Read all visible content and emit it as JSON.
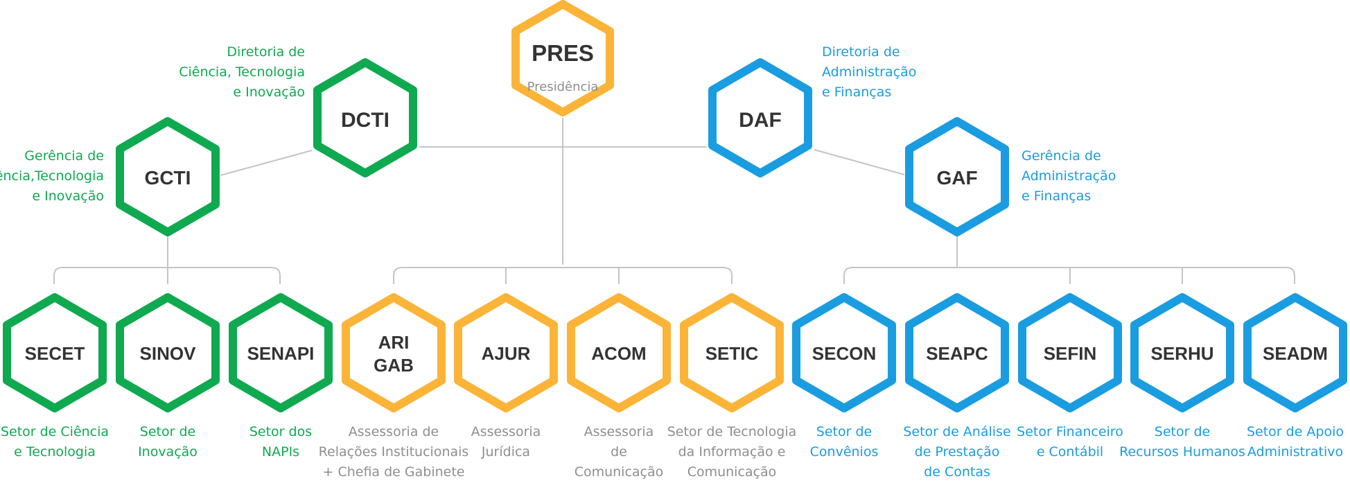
{
  "colors": {
    "green": "#0fa950",
    "orange": "#fbb437",
    "blue": "#1a9ce0",
    "gray": "#8e8e8e",
    "code": "#333333",
    "line": "#c4c4c4"
  },
  "nodes": {
    "pres": {
      "code": "PRES",
      "sub": "Presidência"
    },
    "dcti": {
      "code": "DCTI",
      "caption": [
        "Diretoria de",
        "Ciência, Tecnologia",
        "e Inovação"
      ]
    },
    "daf": {
      "code": "DAF",
      "caption": [
        "Diretoria de",
        "Administração",
        "e Finanças"
      ]
    },
    "gcti": {
      "code": "GCTI",
      "caption": [
        "Gerência de",
        "Ciência,Tecnologia",
        "e Inovação"
      ]
    },
    "gaf": {
      "code": "GAF",
      "caption": [
        "Gerência de",
        "Administração",
        "e Finanças"
      ]
    },
    "secet": {
      "code": "SECET",
      "caption": [
        "Setor de Ciência",
        "e Tecnologia"
      ]
    },
    "sinov": {
      "code": "SINOV",
      "caption": [
        "Setor de",
        "Inovação"
      ]
    },
    "senapi": {
      "code": "SENAPI",
      "caption": [
        "Setor dos",
        "NAPIs"
      ]
    },
    "arigab": {
      "code_lines": [
        "ARI",
        "GAB"
      ],
      "caption": [
        "Assessoria de",
        "Relações Institucionais",
        "+ Chefia de Gabinete"
      ]
    },
    "ajur": {
      "code": "AJUR",
      "caption": [
        "Assessoria",
        "Jurídica"
      ]
    },
    "acom": {
      "code": "ACOM",
      "caption": [
        "Assessoria",
        "de",
        "Comunicação"
      ]
    },
    "setic": {
      "code": "SETIC",
      "caption": [
        "Setor de Tecnologia",
        "da Informação e",
        "Comunicação"
      ]
    },
    "secon": {
      "code": "SECON",
      "caption": [
        "Setor de",
        "Convênios"
      ]
    },
    "seapc": {
      "code": "SEAPC",
      "caption": [
        "Setor de Análise",
        "de Prestação",
        "de Contas"
      ]
    },
    "sefin": {
      "code": "SEFIN",
      "caption": [
        "Setor Financeiro",
        "e Contábil"
      ]
    },
    "serhu": {
      "code": "SERHU",
      "caption": [
        "Setor de",
        "Recursos Humanos"
      ]
    },
    "seadm": {
      "code": "SEADM",
      "caption": [
        "Setor de Apoio",
        "Administrativo"
      ]
    }
  }
}
